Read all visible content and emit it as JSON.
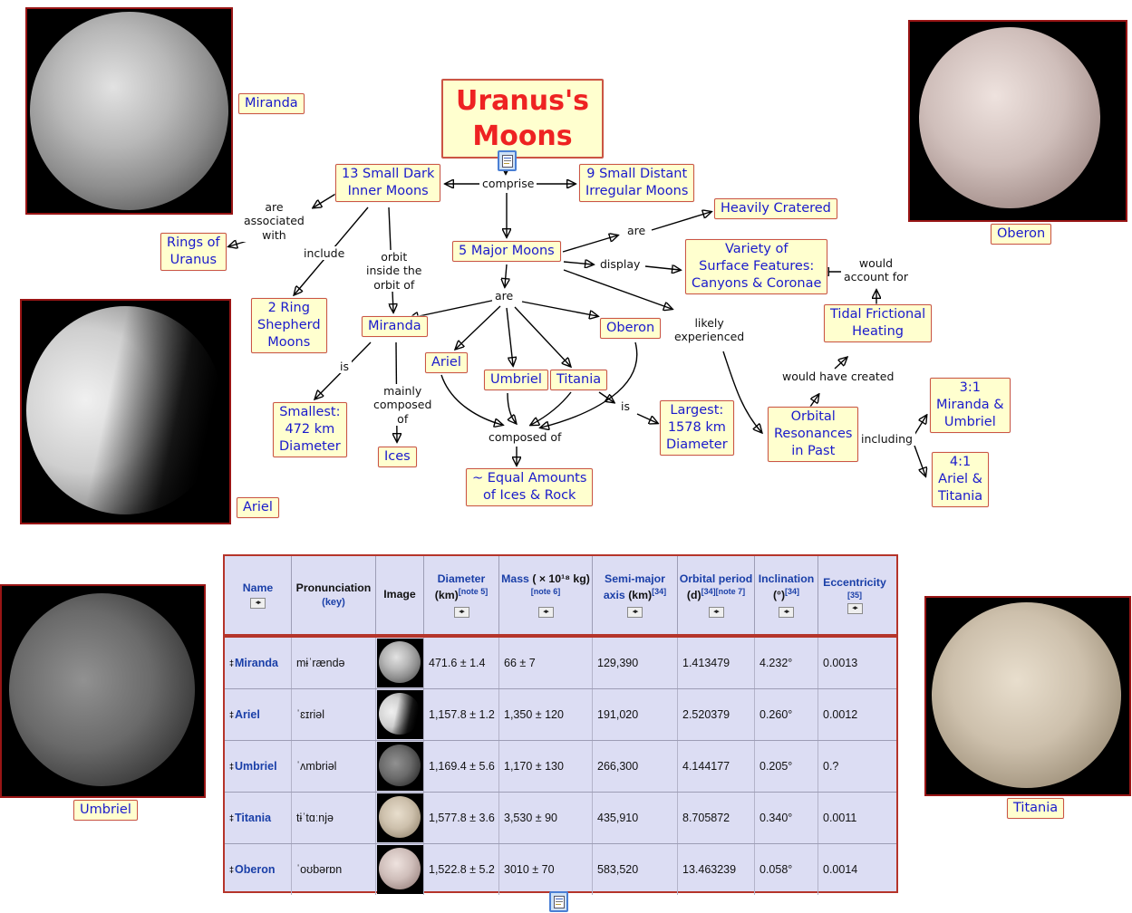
{
  "concept_map": {
    "nodes": {
      "title": {
        "text": "Uranus's\nMoons"
      },
      "small_dark": {
        "text": "13 Small Dark\nInner Moons"
      },
      "distant": {
        "text": "9 Small Distant\nIrregular Moons"
      },
      "heavily": {
        "text": "Heavily Cratered"
      },
      "major": {
        "text": "5 Major Moons"
      },
      "variety": {
        "text": "Variety of\nSurface Features:\nCanyons & Coronae"
      },
      "tidal": {
        "text": "Tidal Frictional\nHeating"
      },
      "rings": {
        "text": "Rings of\nUranus"
      },
      "shepherd": {
        "text": "2 Ring\nShepherd\nMoons"
      },
      "miranda": {
        "text": "Miranda"
      },
      "smallest": {
        "text": "Smallest:\n472 km\nDiameter"
      },
      "ices": {
        "text": "Ices"
      },
      "ariel": {
        "text": "Ariel"
      },
      "umbriel": {
        "text": "Umbriel"
      },
      "titania": {
        "text": "Titania"
      },
      "oberon": {
        "text": "Oberon"
      },
      "equal": {
        "text": "~ Equal Amounts\nof  Ices & Rock"
      },
      "largest": {
        "text": "Largest:\n1578 km\nDiameter"
      },
      "orbital": {
        "text": "Orbital\nResonances\nin Past"
      },
      "res31": {
        "text": "3:1\nMiranda &\nUmbriel"
      },
      "res41": {
        "text": "4:1\nAriel &\nTitania"
      }
    },
    "labels": {
      "comprise": {
        "text": "comprise"
      },
      "assoc": {
        "text": "are\nassociated\nwith"
      },
      "include": {
        "text": "include"
      },
      "orbit_inside": {
        "text": "orbit\ninside the\norbit of"
      },
      "is_small": {
        "text": "is"
      },
      "mainly": {
        "text": "mainly\ncomposed\nof"
      },
      "are_moons": {
        "text": "are"
      },
      "are_cratered": {
        "text": "are"
      },
      "display": {
        "text": "display"
      },
      "composed_of": {
        "text": "composed of"
      },
      "is_large": {
        "text": "is"
      },
      "likely": {
        "text": "likely\nexperienced"
      },
      "would_account": {
        "text": "would\naccount for"
      },
      "would_created": {
        "text": "would have created"
      },
      "including": {
        "text": "including"
      }
    }
  },
  "photos": {
    "miranda": {
      "label": "Miranda"
    },
    "oberon": {
      "label": "Oberon"
    },
    "ariel": {
      "label": "Ariel"
    },
    "umbriel": {
      "label": "Umbriel"
    },
    "titania": {
      "label": "Titania"
    }
  },
  "table": {
    "dagger": "‡",
    "sort_glyph": "◂▸",
    "headers": {
      "name": {
        "title": "Name"
      },
      "pronunciation": {
        "title": "Pronunciation",
        "sub": "(key)"
      },
      "image": {
        "title": "Image"
      },
      "diameter": {
        "title": "Diameter",
        "unit": "(km)",
        "note": "[note 5]"
      },
      "mass": {
        "title": "Mass",
        "unit": "( × 10¹⁸ kg)",
        "note": "[note 6]"
      },
      "semimajor": {
        "title": "Semi-major axis",
        "unit": "(km)",
        "note": "[34]"
      },
      "period": {
        "title": "Orbital period",
        "unit": "(d)",
        "note": "[34][note 7]"
      },
      "inclination": {
        "title": "Inclination",
        "unit": "(°)",
        "note": "[34]"
      },
      "eccentricity": {
        "title": "Eccentricity",
        "note": "[35]"
      }
    },
    "rows": [
      {
        "name": "Miranda",
        "pron": "mɨˈrændə",
        "diameter": "471.6 ± 1.4",
        "mass": "66 ± 7",
        "semimajor": "129,390",
        "period": "1.413479",
        "inclination": "4.232°",
        "eccentricity": "0.0013"
      },
      {
        "name": "Ariel",
        "pron": "ˈɛɪriəl",
        "diameter": "1,157.8 ± 1.2",
        "mass": "1,350 ± 120",
        "semimajor": "191,020",
        "period": "2.520379",
        "inclination": "0.260°",
        "eccentricity": "0.0012"
      },
      {
        "name": "Umbriel",
        "pron": "ˈʌmbriəl",
        "diameter": "1,169.4 ± 5.6",
        "mass": "1,170 ± 130",
        "semimajor": "266,300",
        "period": "4.144177",
        "inclination": "0.205°",
        "eccentricity": "0.?"
      },
      {
        "name": "Titania",
        "pron": "tɨˈtɑːnjə",
        "diameter": "1,577.8 ± 3.6",
        "mass": "3,530 ± 90",
        "semimajor": "435,910",
        "period": "8.705872",
        "inclination": "0.340°",
        "eccentricity": "0.0011"
      },
      {
        "name": "Oberon",
        "pron": "ˈoʊbərɒn",
        "diameter": "1,522.8 ± 5.2",
        "mass": "3010 ± 70",
        "semimajor": "583,520",
        "period": "13.463239",
        "inclination": "0.058°",
        "eccentricity": "0.0014"
      }
    ]
  }
}
